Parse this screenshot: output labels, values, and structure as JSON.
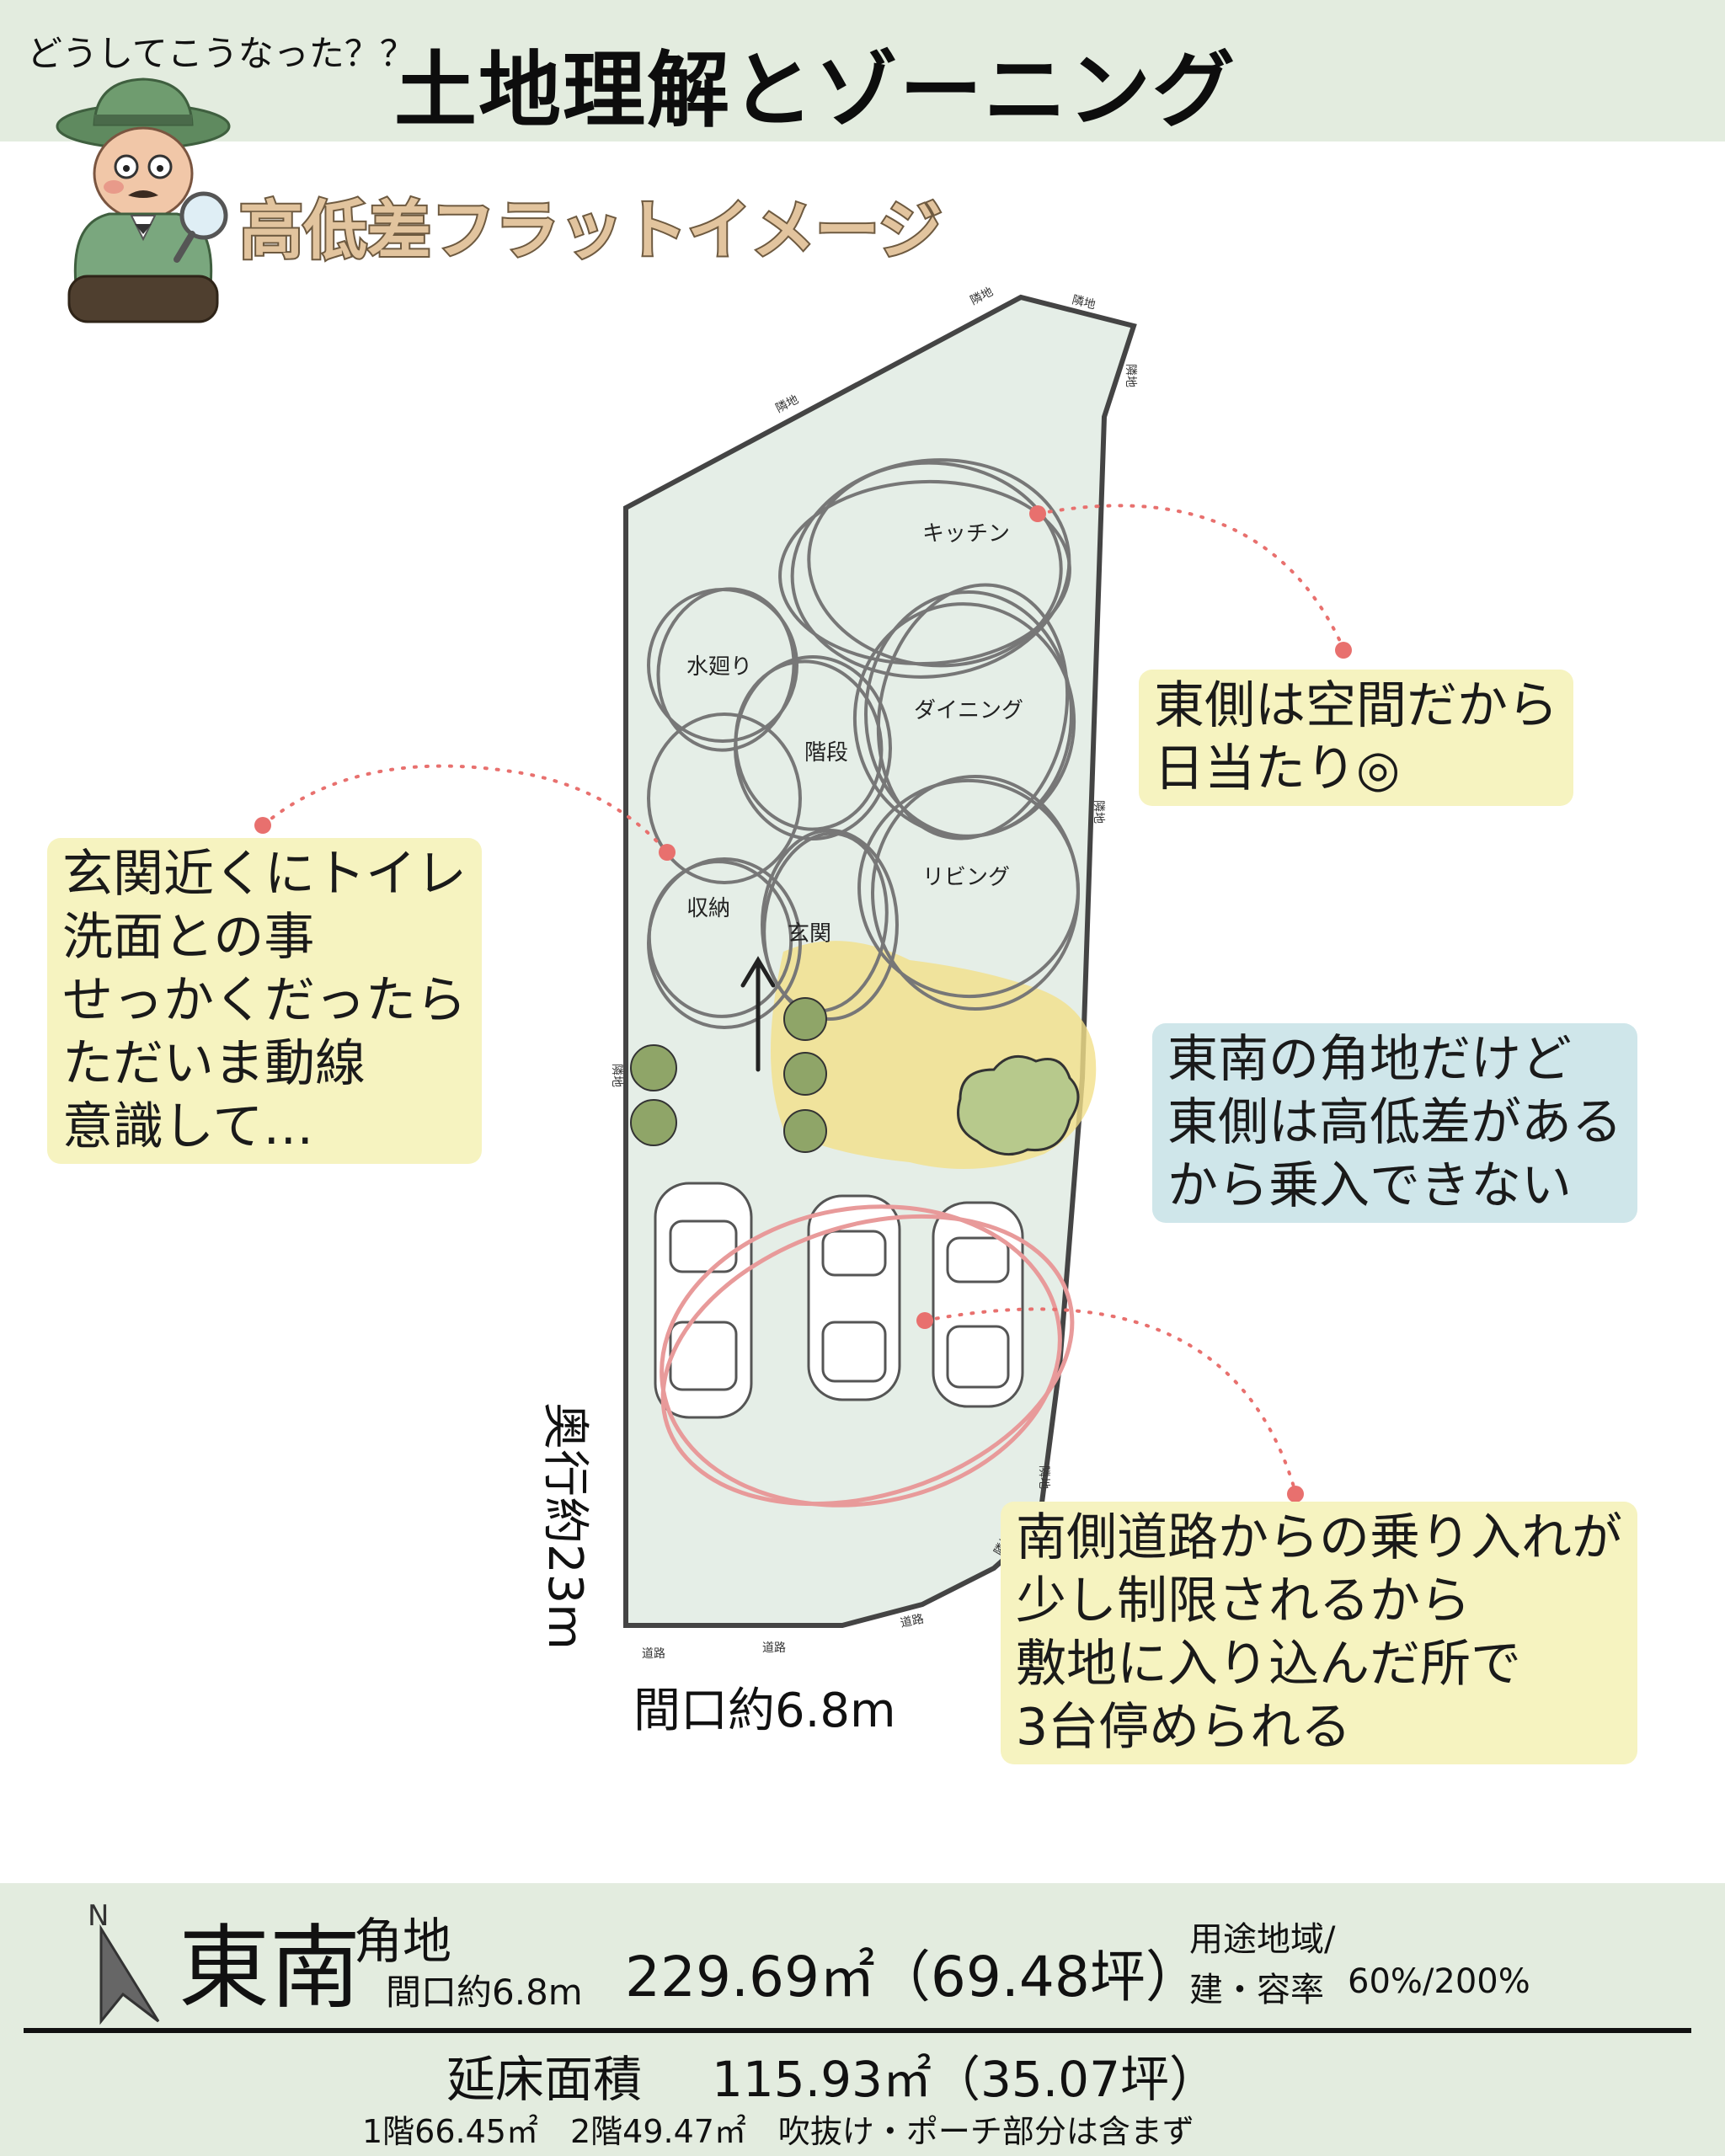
{
  "header": {
    "tagline": "どうしてこうなった？？",
    "title": "土地理解とゾーニング"
  },
  "subtitle": "高低差フラットイメージ",
  "site_plan": {
    "boundary_labels": {
      "north_a": "隣地",
      "north_b": "隣地",
      "north_west": "隣地",
      "east_top": "隣地",
      "east_mid": "隣地",
      "east_low": "隣地",
      "east_bottom": "隣地",
      "west": "隣地",
      "road_a": "道路",
      "road_b": "道路",
      "road_c": "道路"
    },
    "rooms": {
      "kitchen": "キッチン",
      "water": "水廻り",
      "stairs": "階段",
      "dining": "ダイニング",
      "living": "リビング",
      "storage": "収納",
      "entrance": "玄関"
    },
    "depth_label": "奥行約23m",
    "frontage_label": "間口約6.8m"
  },
  "notes": {
    "east_sun": [
      "東側は空間だから",
      "日当たり◎"
    ],
    "entrance_toilet": [
      "玄関近くにトイレ",
      "洗面との事",
      "せっかくだったら",
      "ただいま動線",
      "意識して…"
    ],
    "corner": [
      "東南の角地だけど",
      "東側は高低差がある",
      "から乗入できない"
    ],
    "parking": [
      "南側道路からの乗り入れが",
      "少し制限されるから",
      "敷地に入り込んだ所で",
      "3台停められる"
    ]
  },
  "footer": {
    "north_mark": "N",
    "orientation": "東南",
    "orientation_suffix": "角地",
    "frontage": "間口約6.8m",
    "land_area": "229.69㎡（69.48坪）",
    "zoning_label": "用途地域/",
    "ratio_label": "建・容率",
    "ratio_value": "60%/200%",
    "floor_area_label": "延床面積",
    "floor_area_value": "115.93㎡（35.07坪）",
    "floor_breakdown": "1階66.45㎡　2階49.47㎡　吹抜け・ポーチ部分は含まず"
  },
  "colors": {
    "header_bg": "#e3ecdf",
    "site_fill": "#e5eee7",
    "note_yellow": "#f6f3c0",
    "note_blue": "#cfe6ea",
    "dot_red": "#e8706e",
    "parking_circle": "#e89a9a",
    "sun_yellow": "#f2e08a",
    "tree_green": "#8fa568",
    "subtitle_fill": "#e2c49e"
  }
}
